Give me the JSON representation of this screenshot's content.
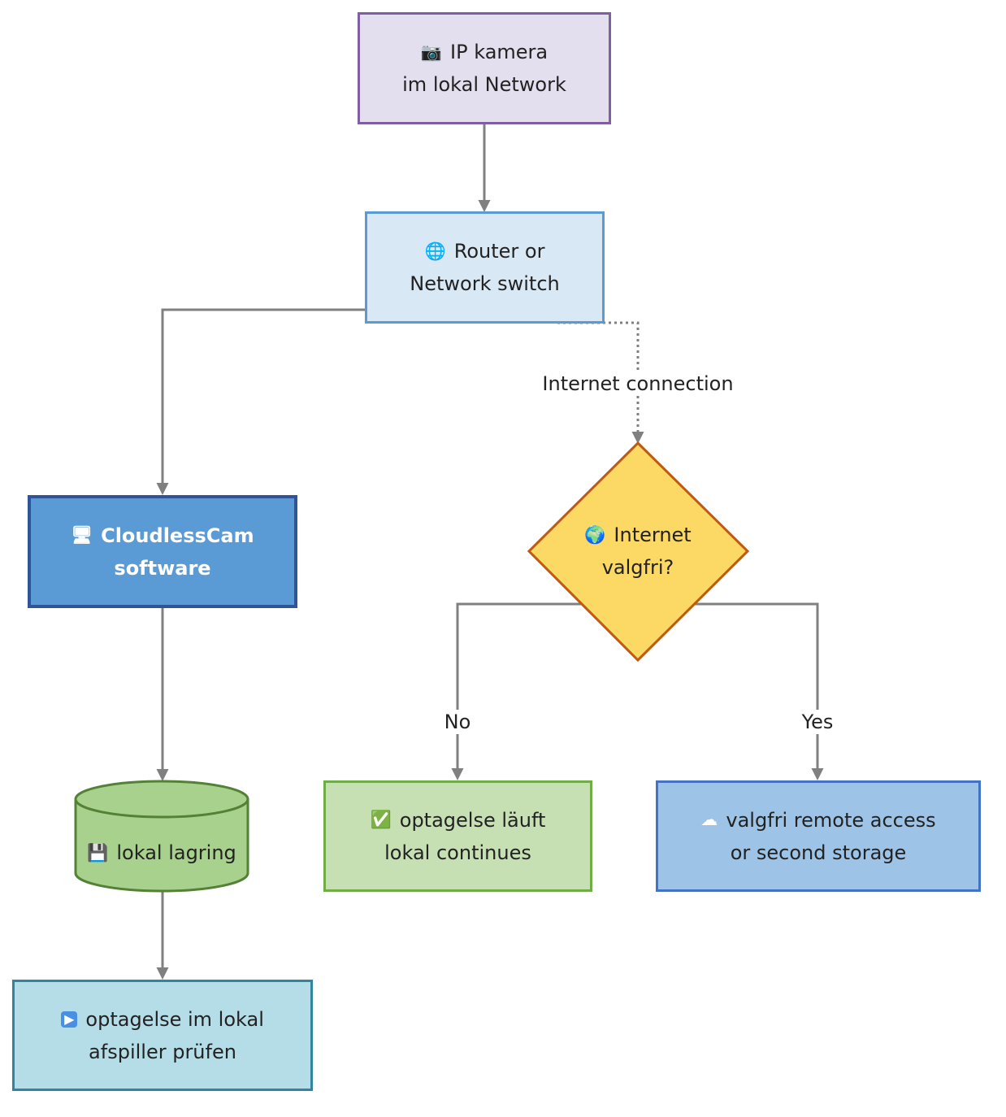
{
  "nodes": {
    "camera": {
      "icon": "camera-icon",
      "glyph": "📷",
      "line1": "IP kamera",
      "line2": "im lokal Network"
    },
    "router": {
      "icon": "globe-network-icon",
      "glyph": "🌐",
      "line1": "Router or",
      "line2": "Network switch"
    },
    "software": {
      "icon": "computer-icon",
      "glyph": "🖥",
      "line1": "CloudlessCam",
      "line2": "software"
    },
    "decision": {
      "icon": "earth-icon",
      "glyph": "🌍",
      "line1": "Internet",
      "line2": "valgfri?"
    },
    "storage": {
      "icon": "floppy-disk-icon",
      "glyph": "💾",
      "line1": "lokal lagring"
    },
    "local_continues": {
      "icon": "check-mark-icon",
      "glyph": "✅",
      "line1": "optagelse läuft",
      "line2": "lokal continues"
    },
    "remote": {
      "icon": "cloud-icon",
      "glyph": "☁",
      "line1": "valgfri remote access",
      "line2": "or second storage"
    },
    "playback": {
      "icon": "play-button-icon",
      "glyph": "▶",
      "line1": "optagelse im lokal",
      "line2": "afspiller prüfen"
    }
  },
  "edge_labels": {
    "internet": "Internet connection",
    "no": "No",
    "yes": "Yes"
  },
  "colors": {
    "edge": "#808080",
    "camera_fill": "#e4dfee",
    "camera_stroke": "#7f5ea3",
    "router_fill": "#d9e8f5",
    "router_stroke": "#5b9bd5",
    "software_fill": "#5b9bd5",
    "software_stroke": "#2e5597",
    "decision_fill": "#fcd864",
    "decision_stroke": "#c15a11",
    "storage_fill": "#a8d18d",
    "storage_stroke": "#538135",
    "local_fill": "#c6e0b4",
    "local_stroke": "#70ad47",
    "remote_fill": "#9dc3e6",
    "remote_stroke": "#4472c4",
    "playback_fill": "#b5dde7",
    "playback_stroke": "#31859c"
  }
}
